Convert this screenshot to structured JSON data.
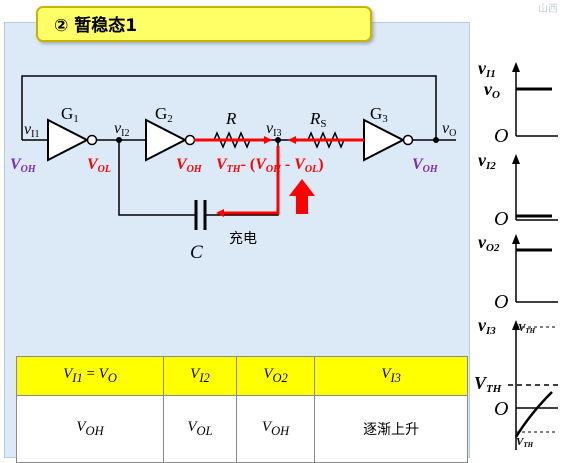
{
  "title": "② 暂稳态1",
  "corner_text": "山西",
  "colors": {
    "red": "#ff0000",
    "purple": "#7a2ab8",
    "title_bg": "#ffff66",
    "table_header_bg": "#ffff00"
  },
  "circuit": {
    "gate1": "G",
    "gate1_sub": "1",
    "gate2": "G",
    "gate2_sub": "2",
    "gate3": "G",
    "gate3_sub": "3",
    "r_label": "R",
    "rs_label": "R",
    "rs_sub": "S",
    "c_label": "C",
    "charge_label": "充电",
    "vi1": {
      "main": "v",
      "sub": "I1"
    },
    "vi2": {
      "main": "v",
      "sub": "I2"
    },
    "vi3": {
      "main": "v",
      "sub": "I3"
    },
    "vo": {
      "main": "v",
      "sub": "O"
    },
    "voh1": {
      "main": "V",
      "sub": "OH"
    },
    "vol2": {
      "main": "V",
      "sub": "OL"
    },
    "voh2": {
      "main": "V",
      "sub": "OH"
    },
    "vth_expr": {
      "v1": "V",
      "s1": "TH",
      "m1": "- (",
      "v2": "V",
      "s2": "OH",
      "m2": " - ",
      "v3": "V",
      "s3": "OL",
      "m3": ")"
    },
    "voh3": {
      "main": "V",
      "sub": "OH"
    }
  },
  "waveforms": {
    "vi1": {
      "main": "v",
      "sub": "I1"
    },
    "vo_axis": {
      "main": "v",
      "sub": "O"
    },
    "zero1": "O",
    "vi2": {
      "main": "v",
      "sub": "I2"
    },
    "zero2": "O",
    "vo2": {
      "main": "v",
      "sub": "O2"
    },
    "zero3": "O",
    "vi3": {
      "main": "v",
      "sub": "I3"
    },
    "vth_top": {
      "main": "V",
      "sub": "TH"
    },
    "vth_mid": {
      "main": "V",
      "sub": "TH"
    },
    "zero4": "O",
    "vth_bottom": {
      "main": "V",
      "sub": "TH"
    }
  },
  "table": {
    "headers": [
      {
        "a": "V",
        "as": "I1",
        "mid": " = ",
        "b": "V",
        "bs": "O"
      },
      {
        "a": "V",
        "as": "I2"
      },
      {
        "a": "V",
        "as": "O2"
      },
      {
        "a": "V",
        "as": "I3"
      }
    ],
    "values": [
      {
        "a": "V",
        "as": "OH"
      },
      {
        "a": "V",
        "as": "OL"
      },
      {
        "a": "V",
        "as": "OH"
      },
      {
        "text": "逐渐上升"
      }
    ]
  }
}
